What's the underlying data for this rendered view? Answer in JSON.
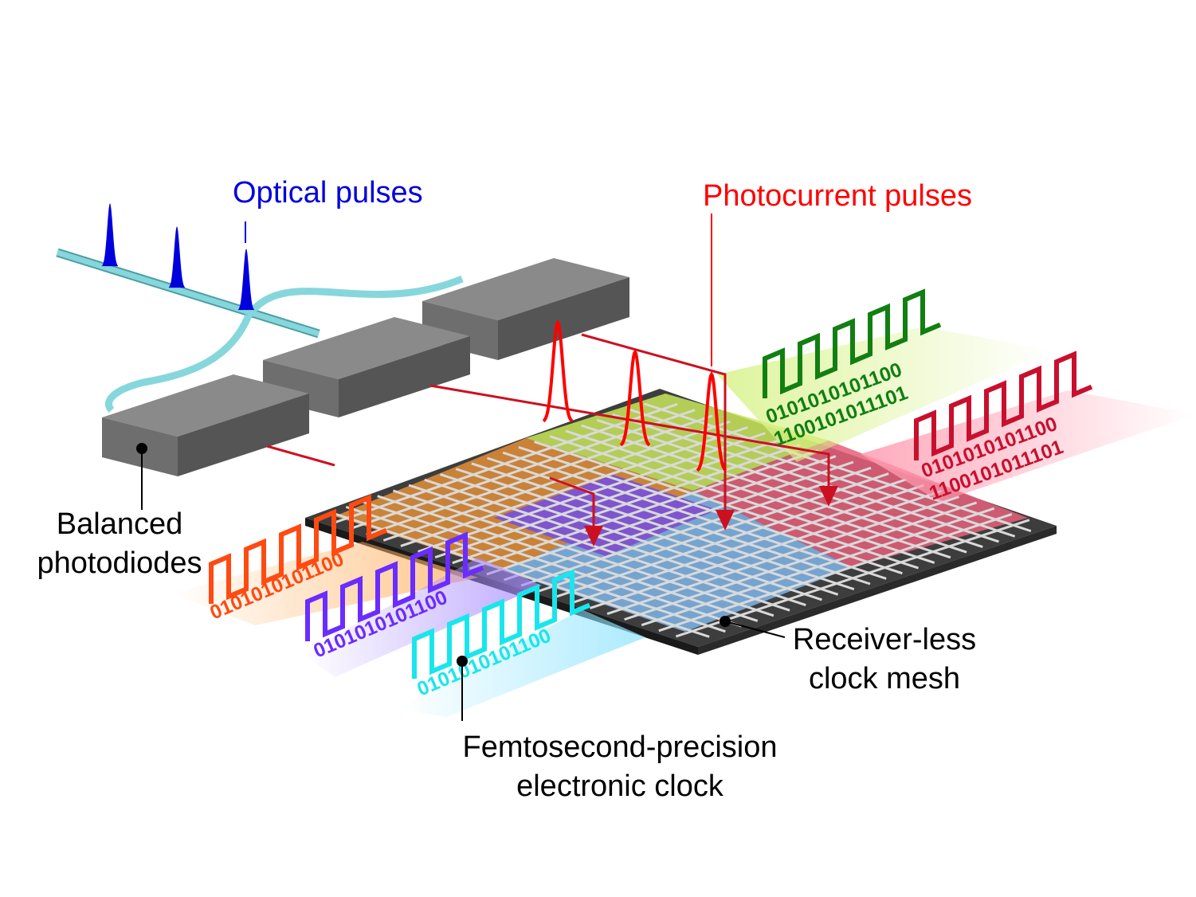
{
  "labels": {
    "optical_pulses": "Optical pulses",
    "photocurrent_pulses": "Photocurrent pulses",
    "balanced_line1": "Balanced",
    "balanced_line2": "photodiodes",
    "mesh_line1": "Receiver-less",
    "mesh_line2": "clock mesh",
    "clock_line1": "Femtosecond-precision",
    "clock_line2": "electronic clock"
  },
  "bit_streams": {
    "orange": "0101010101100",
    "purple": "0101010101100",
    "cyan": "0101010101100",
    "green_a": "0101010101100",
    "green_b": "1100101011101",
    "crimson_a": "0101010101100",
    "crimson_b": "1100101011101"
  },
  "colors": {
    "optical": "#0000dd",
    "photocurrent": "#ff0000",
    "fiber": "#7fcfd4",
    "orange": "#ff4a12",
    "purple": "#6a2cff",
    "cyan": "#19e6ec",
    "green": "#117f11",
    "crimson": "#c8102e",
    "text": "#000000"
  }
}
